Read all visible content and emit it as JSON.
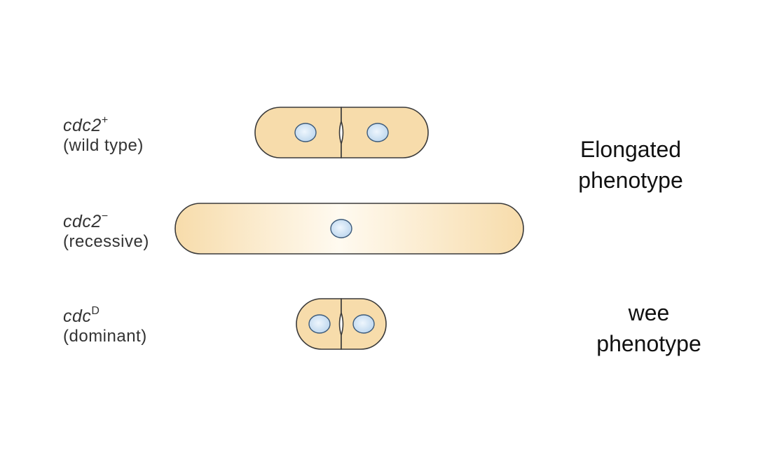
{
  "colors": {
    "cell_fill": "#f7dcab",
    "cell_fill_light": "#fffaf0",
    "cell_stroke": "#3a3a3a",
    "nucleus_fill": "#c4dcf2",
    "nucleus_stroke": "#3c5a7a"
  },
  "rows": [
    {
      "gene": "cdc2",
      "superscript": "+",
      "description": "(wild type)"
    },
    {
      "gene": "cdc2",
      "superscript": "−",
      "description": "(recessive)"
    },
    {
      "gene": "cdc",
      "superscript": "D",
      "description": "(dominant)"
    }
  ],
  "phenotypes": {
    "elongated": {
      "line1": "Elongated",
      "line2": "phenotype"
    },
    "wee": {
      "line1": "wee",
      "line2": "phenotype"
    }
  }
}
